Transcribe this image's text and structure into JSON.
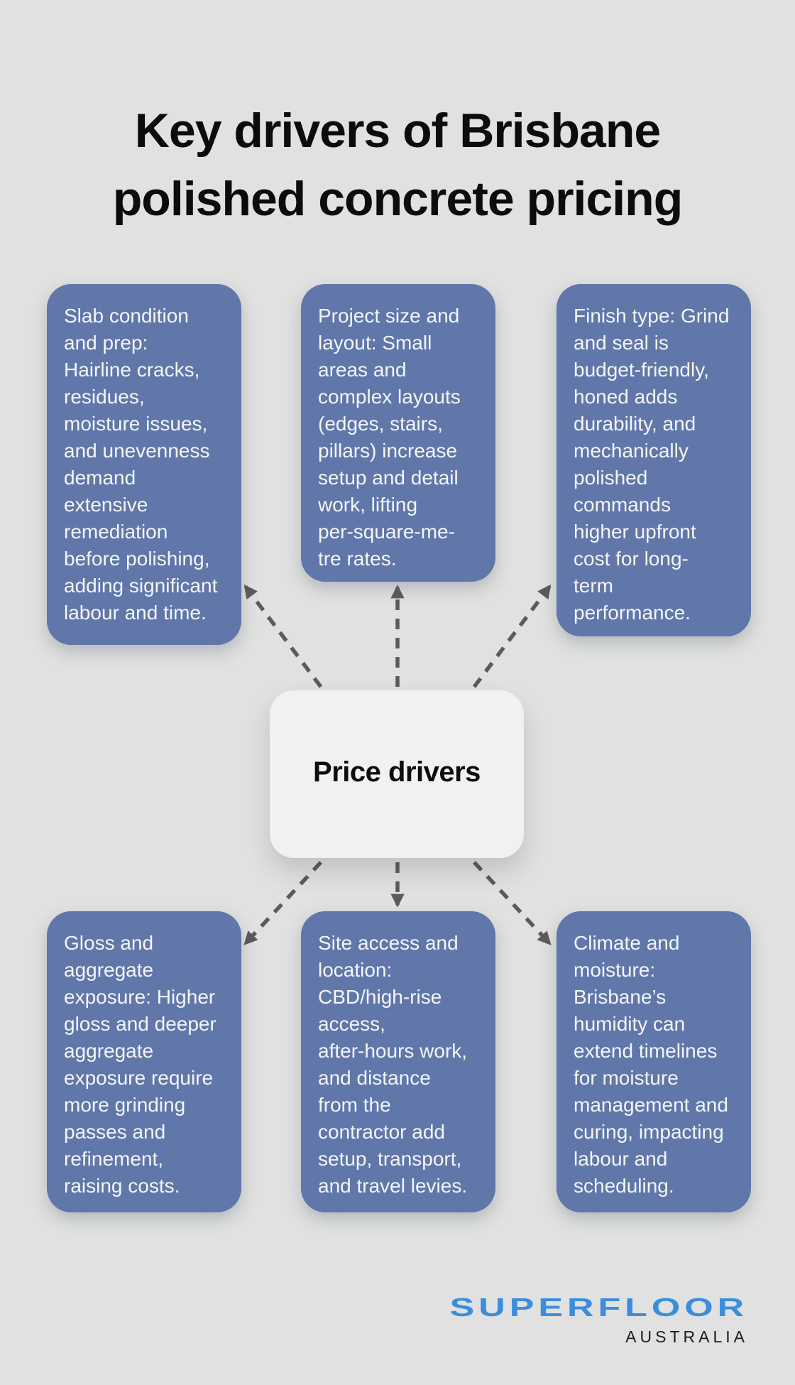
{
  "title": "Key drivers of Brisbane\npolished concrete pricing",
  "center": {
    "label": "Price drivers"
  },
  "drivers": [
    {
      "id": "slab-condition-prep",
      "text": "Slab condition\nand prep:\nHairline cracks,\nresidues,\nmoisture issues,\nand unevenness\ndemand\nextensive\nremediation\nbefore polishing,\nadding significant\nlabour and time."
    },
    {
      "id": "project-size-layout",
      "text": "Project size and\nlayout: Small\nareas and\ncomplex layouts\n(edges, stairs,\npillars) increase\nsetup and detail\nwork, lifting\nper-square-me-\ntre rates."
    },
    {
      "id": "finish-type",
      "text": "Finish type: Grind\nand seal is\nbudget-friendly,\nhoned adds\ndurability, and\nmechanically\npolished\ncommands\nhigher upfront\ncost for long-\nterm\nperformance."
    },
    {
      "id": "gloss-aggregate-exposure",
      "text": "Gloss and\naggregate\nexposure: Higher\ngloss and deeper\naggregate\nexposure require\nmore grinding\npasses and\nrefinement,\nraising costs."
    },
    {
      "id": "site-access-location",
      "text": "Site access and\nlocation:\nCBD/high-rise\naccess,\nafter-hours work,\nand distance\nfrom the\ncontractor add\nsetup, transport,\nand travel levies."
    },
    {
      "id": "climate-moisture",
      "text": "Climate and\nmoisture:\nBrisbane’s\nhumidity can\nextend timelines\nfor moisture\nmanagement and\ncuring, impacting\nlabour and\nscheduling."
    }
  ],
  "logo": {
    "brand": "SUPERFLOOR",
    "region": "AUSTRALIA"
  },
  "colors": {
    "background": "#e0e1e0",
    "driver_box": "#6177a9",
    "driver_text": "#f3f5f8",
    "center_box": "#f0f1f2",
    "center_text": "#0d0d0d",
    "connector": "#5b5b5b",
    "title_text": "#0c0c0c",
    "logo_blue": "#3a8edd",
    "logo_black": "#1b1b1b"
  }
}
